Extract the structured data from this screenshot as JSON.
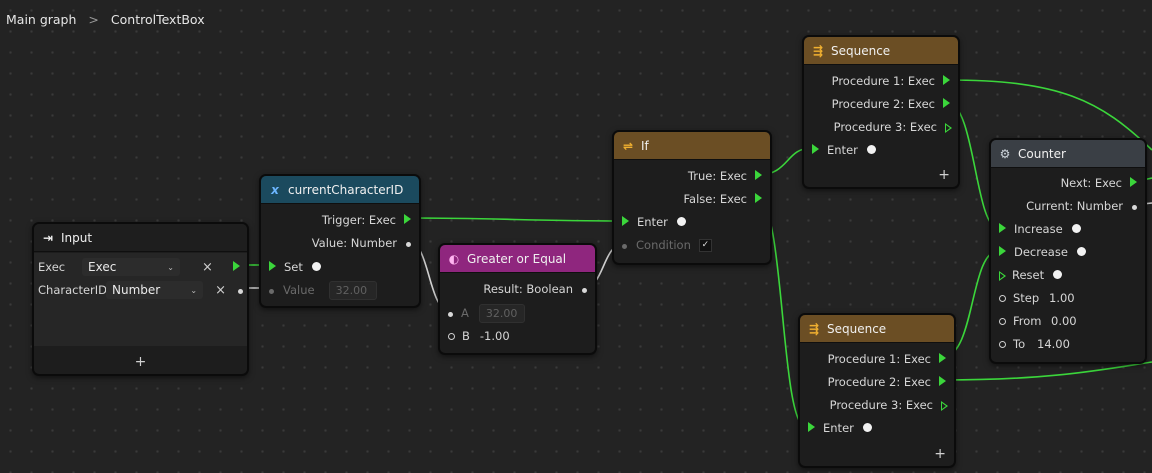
{
  "breadcrumb": {
    "root": "Main graph",
    "separator": ">",
    "current": "ControlTextBox"
  },
  "colors": {
    "background": "#232323",
    "wire_exec": "#3bd63b",
    "wire_data": "#d8d8d8",
    "header_variable": "#1b4a5e",
    "header_control": "#6b4e24",
    "header_math": "#8f267e",
    "header_counter": "#3a3f45"
  },
  "nodes": {
    "input": {
      "title": "Input",
      "icon": "input-arrow-icon",
      "rows": [
        {
          "label": "Exec",
          "type": "Exec",
          "remove": "×"
        },
        {
          "label": "CharacterID",
          "type": "Number",
          "remove": "×"
        }
      ],
      "add": "+"
    },
    "variable": {
      "title": "currentCharacterID",
      "icon": "variable-icon",
      "trigger_out": "Trigger: Exec",
      "value_out": "Value: Number",
      "set_in": "Set",
      "value_in": "Value",
      "value_default": "32.00"
    },
    "compare": {
      "title": "Greater or Equal",
      "icon": "toggle-icon",
      "result_out": "Result: Boolean",
      "a_label": "A",
      "a_value": "32.00",
      "b_label": "B",
      "b_value": "-1.00"
    },
    "if_node": {
      "title": "If",
      "icon": "branch-icon",
      "true_out": "True: Exec",
      "false_out": "False: Exec",
      "enter_in": "Enter",
      "condition_in": "Condition",
      "condition_check": "✓"
    },
    "sequence_top": {
      "title": "Sequence",
      "icon": "sequence-icon",
      "outputs": [
        "Procedure 1: Exec",
        "Procedure 2: Exec",
        "Procedure 3: Exec"
      ],
      "enter_in": "Enter",
      "add": "+"
    },
    "sequence_bottom": {
      "title": "Sequence",
      "icon": "sequence-icon",
      "outputs": [
        "Procedure 1: Exec",
        "Procedure 2: Exec",
        "Procedure 3: Exec"
      ],
      "enter_in": "Enter",
      "add": "+"
    },
    "counter": {
      "title": "Counter",
      "icon": "gear-icon",
      "next_out": "Next: Exec",
      "current_out": "Current: Number",
      "increase_in": "Increase",
      "decrease_in": "Decrease",
      "reset_in": "Reset",
      "step_label": "Step",
      "step_value": "1.00",
      "from_label": "From",
      "from_value": "0.00",
      "to_label": "To",
      "to_value": "14.00"
    }
  }
}
